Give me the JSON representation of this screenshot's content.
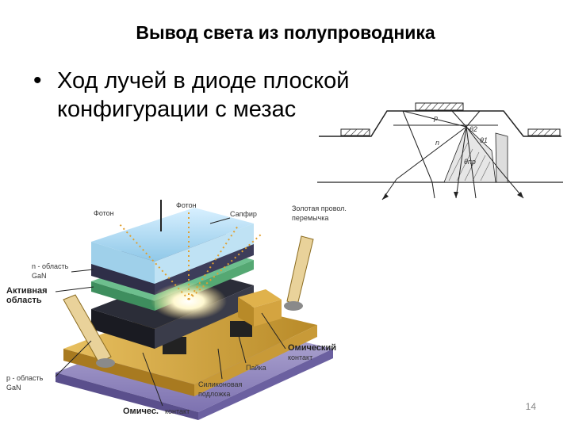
{
  "slide": {
    "title": "Вывод света из полупроводника",
    "bullet": "Ход лучей в диоде плоской\nконфигурации с мезас",
    "slide_number": "14"
  },
  "mesa_diagram": {
    "labels": {
      "p": "p",
      "n": "n",
      "theta2": "θ2",
      "theta1": "θ1",
      "thetapr": "θпр"
    }
  },
  "led_diagram": {
    "labels": {
      "photon_left": "Фотон",
      "photon_right": "Фотон",
      "sapphire": "Сапфир",
      "gold_wire": "Золотая провол.\nперемычка",
      "n_region": "n - область\nGaN",
      "active_region": "Активная\nобласть",
      "p_region": "p - область\nGaN",
      "ohmic_right_bold": "Омический",
      "ohmic_right_small": "контакт",
      "solder": "Пайка",
      "silicon_substrate": "Силиконовая\nподложка",
      "ohmic_bottom_bold": "Омичес.",
      "ohmic_bottom_small": "контакт"
    }
  }
}
